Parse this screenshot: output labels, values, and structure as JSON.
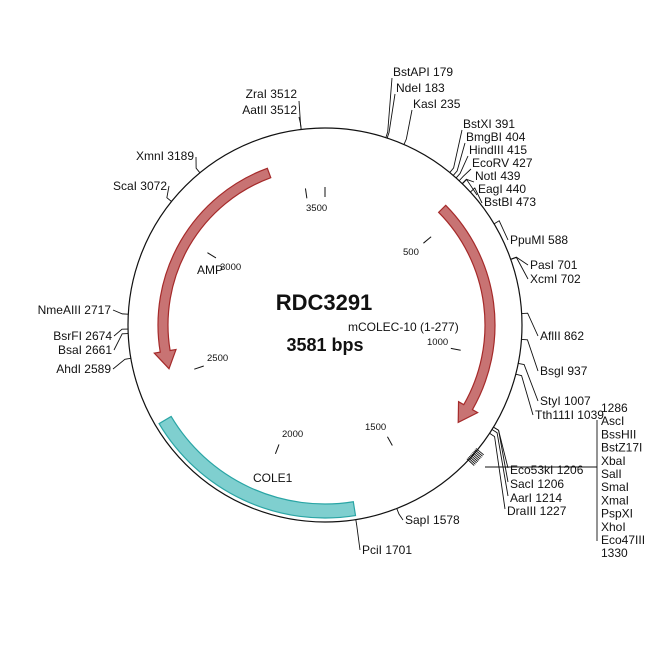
{
  "plasmid": {
    "name": "RDC3291",
    "size_label": "3581 bps",
    "length": 3581
  },
  "features": [
    {
      "name": "AMP",
      "start": 3380,
      "end": 2530,
      "direction": "reverse",
      "color": "#c87373",
      "border": "#a52a2a"
    },
    {
      "name": "mCOLEC-10 (1-277)",
      "start": 450,
      "end": 1255,
      "direction": "forward",
      "color": "#c87373",
      "border": "#a52a2a"
    },
    {
      "name": "COLE1",
      "start": 1700,
      "end": 2380,
      "direction": "none",
      "color": "#7fcfcf",
      "border": "#2aa5a5"
    }
  ],
  "scale_ticks": [
    "500",
    "1000",
    "1500",
    "2000",
    "2500",
    "3000",
    "3500"
  ],
  "sites": [
    {
      "label": "BstAPI 179",
      "pos": 179
    },
    {
      "label": "NdeI 183",
      "pos": 183
    },
    {
      "label": "KasI 235",
      "pos": 235
    },
    {
      "label": "BstXI 391",
      "pos": 391
    },
    {
      "label": "BmgBI 404",
      "pos": 404
    },
    {
      "label": "HindIII 415",
      "pos": 415
    },
    {
      "label": "EcoRV 427",
      "pos": 427
    },
    {
      "label": "NotI 439",
      "pos": 439
    },
    {
      "label": "EagI 440",
      "pos": 440
    },
    {
      "label": "BstBI 473",
      "pos": 473
    },
    {
      "label": "PpuMI 588",
      "pos": 588
    },
    {
      "label": "PasI 701",
      "pos": 701
    },
    {
      "label": "XcmI 702",
      "pos": 702
    },
    {
      "label": "AflII 862",
      "pos": 862
    },
    {
      "label": "BsgI 937",
      "pos": 937
    },
    {
      "label": "StyI 1007",
      "pos": 1007
    },
    {
      "label": "Tth111I 1039",
      "pos": 1039
    },
    {
      "label": "Eco53kI 1206",
      "pos": 1206
    },
    {
      "label": "SacI 1206",
      "pos": 1206
    },
    {
      "label": "AarI 1214",
      "pos": 1214
    },
    {
      "label": "DraIII 1227",
      "pos": 1227
    },
    {
      "label": "SapI 1578",
      "pos": 1578
    },
    {
      "label": "PciI 1701",
      "pos": 1701
    },
    {
      "label": "AhdI 2589",
      "pos": 2589
    },
    {
      "label": "BsaI 2661",
      "pos": 2661
    },
    {
      "label": "BsrFI 2674",
      "pos": 2674
    },
    {
      "label": "NmeAIII 2717",
      "pos": 2717
    },
    {
      "label": "ScaI 3072",
      "pos": 3072
    },
    {
      "label": "XmnI 3189",
      "pos": 3189
    },
    {
      "label": "ZraI 3512",
      "pos": 3512
    },
    {
      "label": "AatII 3512",
      "pos": 3512
    }
  ],
  "mcs": {
    "start": "1286",
    "end": "1330",
    "enzymes": [
      "AscI",
      "BssHII",
      "BstZ17I",
      "XbaI",
      "SalI",
      "SmaI",
      "XmaI",
      "PspXI",
      "XhoI",
      "Eco47III"
    ]
  }
}
